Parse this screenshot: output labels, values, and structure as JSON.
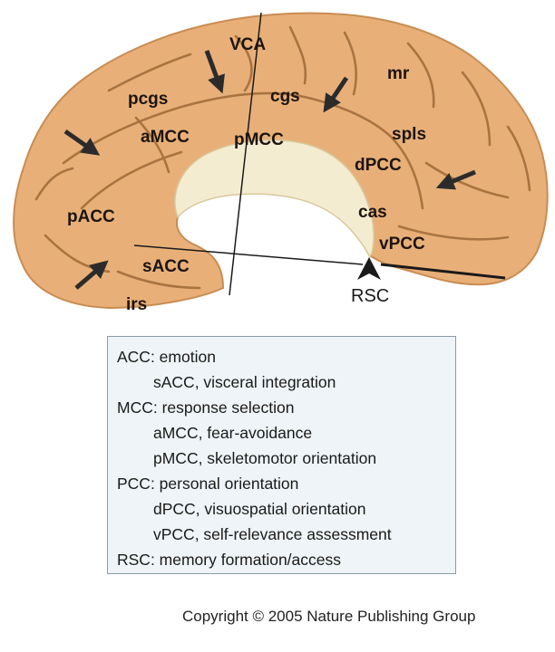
{
  "figure": {
    "region_labels": {
      "VCA": "VCA",
      "mr": "mr",
      "cgs": "cgs",
      "pcgs": "pcgs",
      "aMCC": "aMCC",
      "pMCC": "pMCC",
      "spls": "spls",
      "dPCC": "dPCC",
      "pACC": "pACC",
      "cas": "cas",
      "vPCC": "vPCC",
      "sACC": "sACC",
      "irs": "irs",
      "RSC": "RSC"
    },
    "colors": {
      "cortex": "#e8b078",
      "cortex_dark": "#c98c52",
      "sulcus": "#9a6534",
      "callosum": "#f4ecd0",
      "arrow": "#2b2b2b"
    }
  },
  "legend": {
    "lines": [
      {
        "text": "ACC: emotion",
        "indent": false
      },
      {
        "text": "sACC, visceral integration",
        "indent": true
      },
      {
        "text": "MCC: response selection",
        "indent": false
      },
      {
        "text": "aMCC, fear-avoidance",
        "indent": true
      },
      {
        "text": "pMCC, skeletomotor orientation",
        "indent": true
      },
      {
        "text": "PCC: personal orientation",
        "indent": false
      },
      {
        "text": "dPCC, visuospatial orientation",
        "indent": true
      },
      {
        "text": "vPCC, self-relevance assessment",
        "indent": true
      },
      {
        "text": "RSC: memory formation/access",
        "indent": false
      }
    ]
  },
  "copyright": "Copyright © 2005 Nature Publishing Group"
}
